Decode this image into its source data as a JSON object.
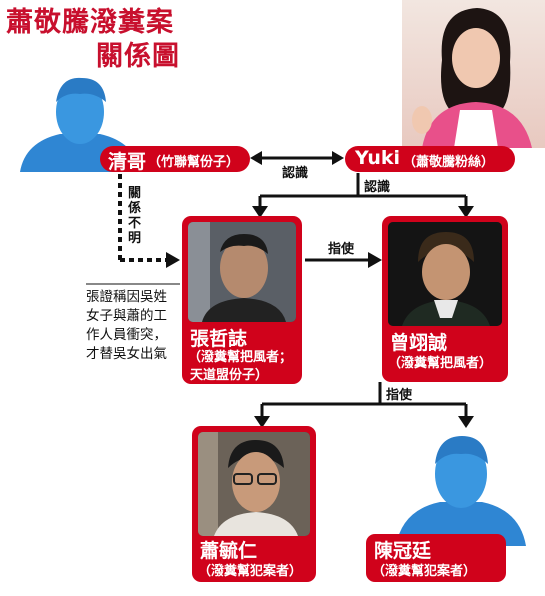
{
  "title": {
    "line1": "蕭敬騰潑糞案",
    "line2": "關係圖"
  },
  "nodes": {
    "qingge": {
      "name": "清哥",
      "role": "（竹聯幫份子）"
    },
    "yuki": {
      "name": "Yuki",
      "role": "（蕭敬騰粉絲）"
    },
    "zhang": {
      "name": "張哲誌",
      "role1": "（潑糞幫把風者；",
      "role2": "天道盟份子）"
    },
    "zeng": {
      "name": "曾翊誠",
      "role": "（潑糞幫把風者）"
    },
    "xiao": {
      "name": "蕭毓仁",
      "role": "（潑糞幫犯案者）"
    },
    "chen": {
      "name": "陳冠廷",
      "role": "（潑糞幫犯案者）"
    }
  },
  "edges": {
    "know1": "認識",
    "know2": "認識",
    "unknown": "關係不明",
    "instruct1": "指使",
    "instruct2": "指使"
  },
  "note": [
    "張證稱因吳姓",
    "女子與蕭的工",
    "作人員衝突，",
    "才替吳女出氣"
  ],
  "colors": {
    "accent": "#d0021b",
    "figure": "#3a8fd6"
  }
}
